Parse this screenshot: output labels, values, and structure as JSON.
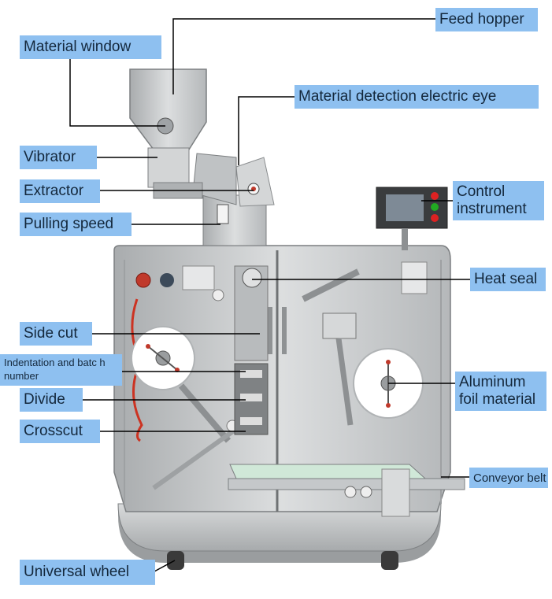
{
  "diagram": {
    "labels": {
      "feed_hopper": "Feed hopper",
      "material_window": "Material window",
      "material_detection_eye": "Material detection electric eye",
      "vibrator": "Vibrator",
      "extractor": "Extractor",
      "pulling_speed": "Pulling speed",
      "control_instrument": "Control instrument",
      "heat_seal": "Heat seal",
      "side_cut": "Side cut",
      "indentation_batch": "Indentation and batc h number",
      "divide": "Divide",
      "crosscut": "Crosscut",
      "aluminum_foil": "Aluminum foil material",
      "conveyor_belt": "Conveyor belt",
      "universal_wheel": "Universal wheel"
    },
    "colors": {
      "label_bg": "#8ec0f0",
      "label_text": "#14283c",
      "leader_line": "#000000",
      "steel": "#c9cbcc",
      "steel_dark": "#8d9092"
    }
  }
}
